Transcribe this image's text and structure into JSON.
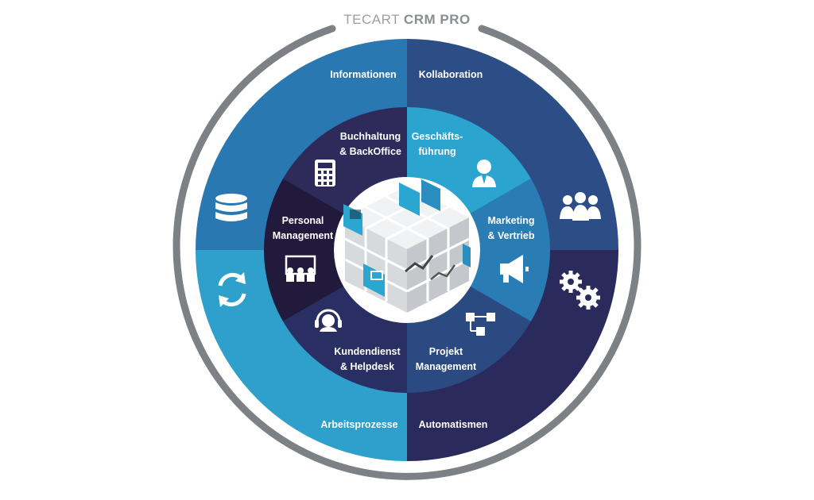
{
  "title": {
    "brand": "TECART",
    "product": "CRM PRO"
  },
  "outer_segments": [
    {
      "label": "Informationen",
      "icon": "database-icon",
      "color": "#2a78b2"
    },
    {
      "label": "Kollaboration",
      "icon": "team-icon",
      "color": "#2d4d86"
    },
    {
      "label": "Automatismen",
      "icon": "gears-icon",
      "color": "#2b2a5c"
    },
    {
      "label": "Arbeitsprozesse",
      "icon": "sync-icon",
      "color": "#2ea0cb"
    }
  ],
  "inner_segments": [
    {
      "line1": "Buchhaltung",
      "line2": "& BackOffice",
      "icon": "calculator-icon",
      "color": "#2e2a5a"
    },
    {
      "line1": "Geschäfts-",
      "line2": "führung",
      "icon": "manager-icon",
      "color": "#2ba5cf"
    },
    {
      "line1": "Marketing",
      "line2": "& Vertrieb",
      "icon": "megaphone-icon",
      "color": "#2a7db4"
    },
    {
      "line1": "Projekt",
      "line2": "Management",
      "icon": "flowchart-icon",
      "color": "#2c4a82"
    },
    {
      "line1": "Kundendienst",
      "line2": "& Helpdesk",
      "icon": "headset-icon",
      "color": "#2a2f63"
    },
    {
      "line1": "Personal",
      "line2": "Management",
      "icon": "presentation-icon",
      "color": "#221a3d"
    }
  ],
  "colors": {
    "ring": "#7d8084",
    "hub": "#ffffff",
    "cube_accent": "#2aa6d0",
    "cube_face": "#e6e8ea"
  }
}
